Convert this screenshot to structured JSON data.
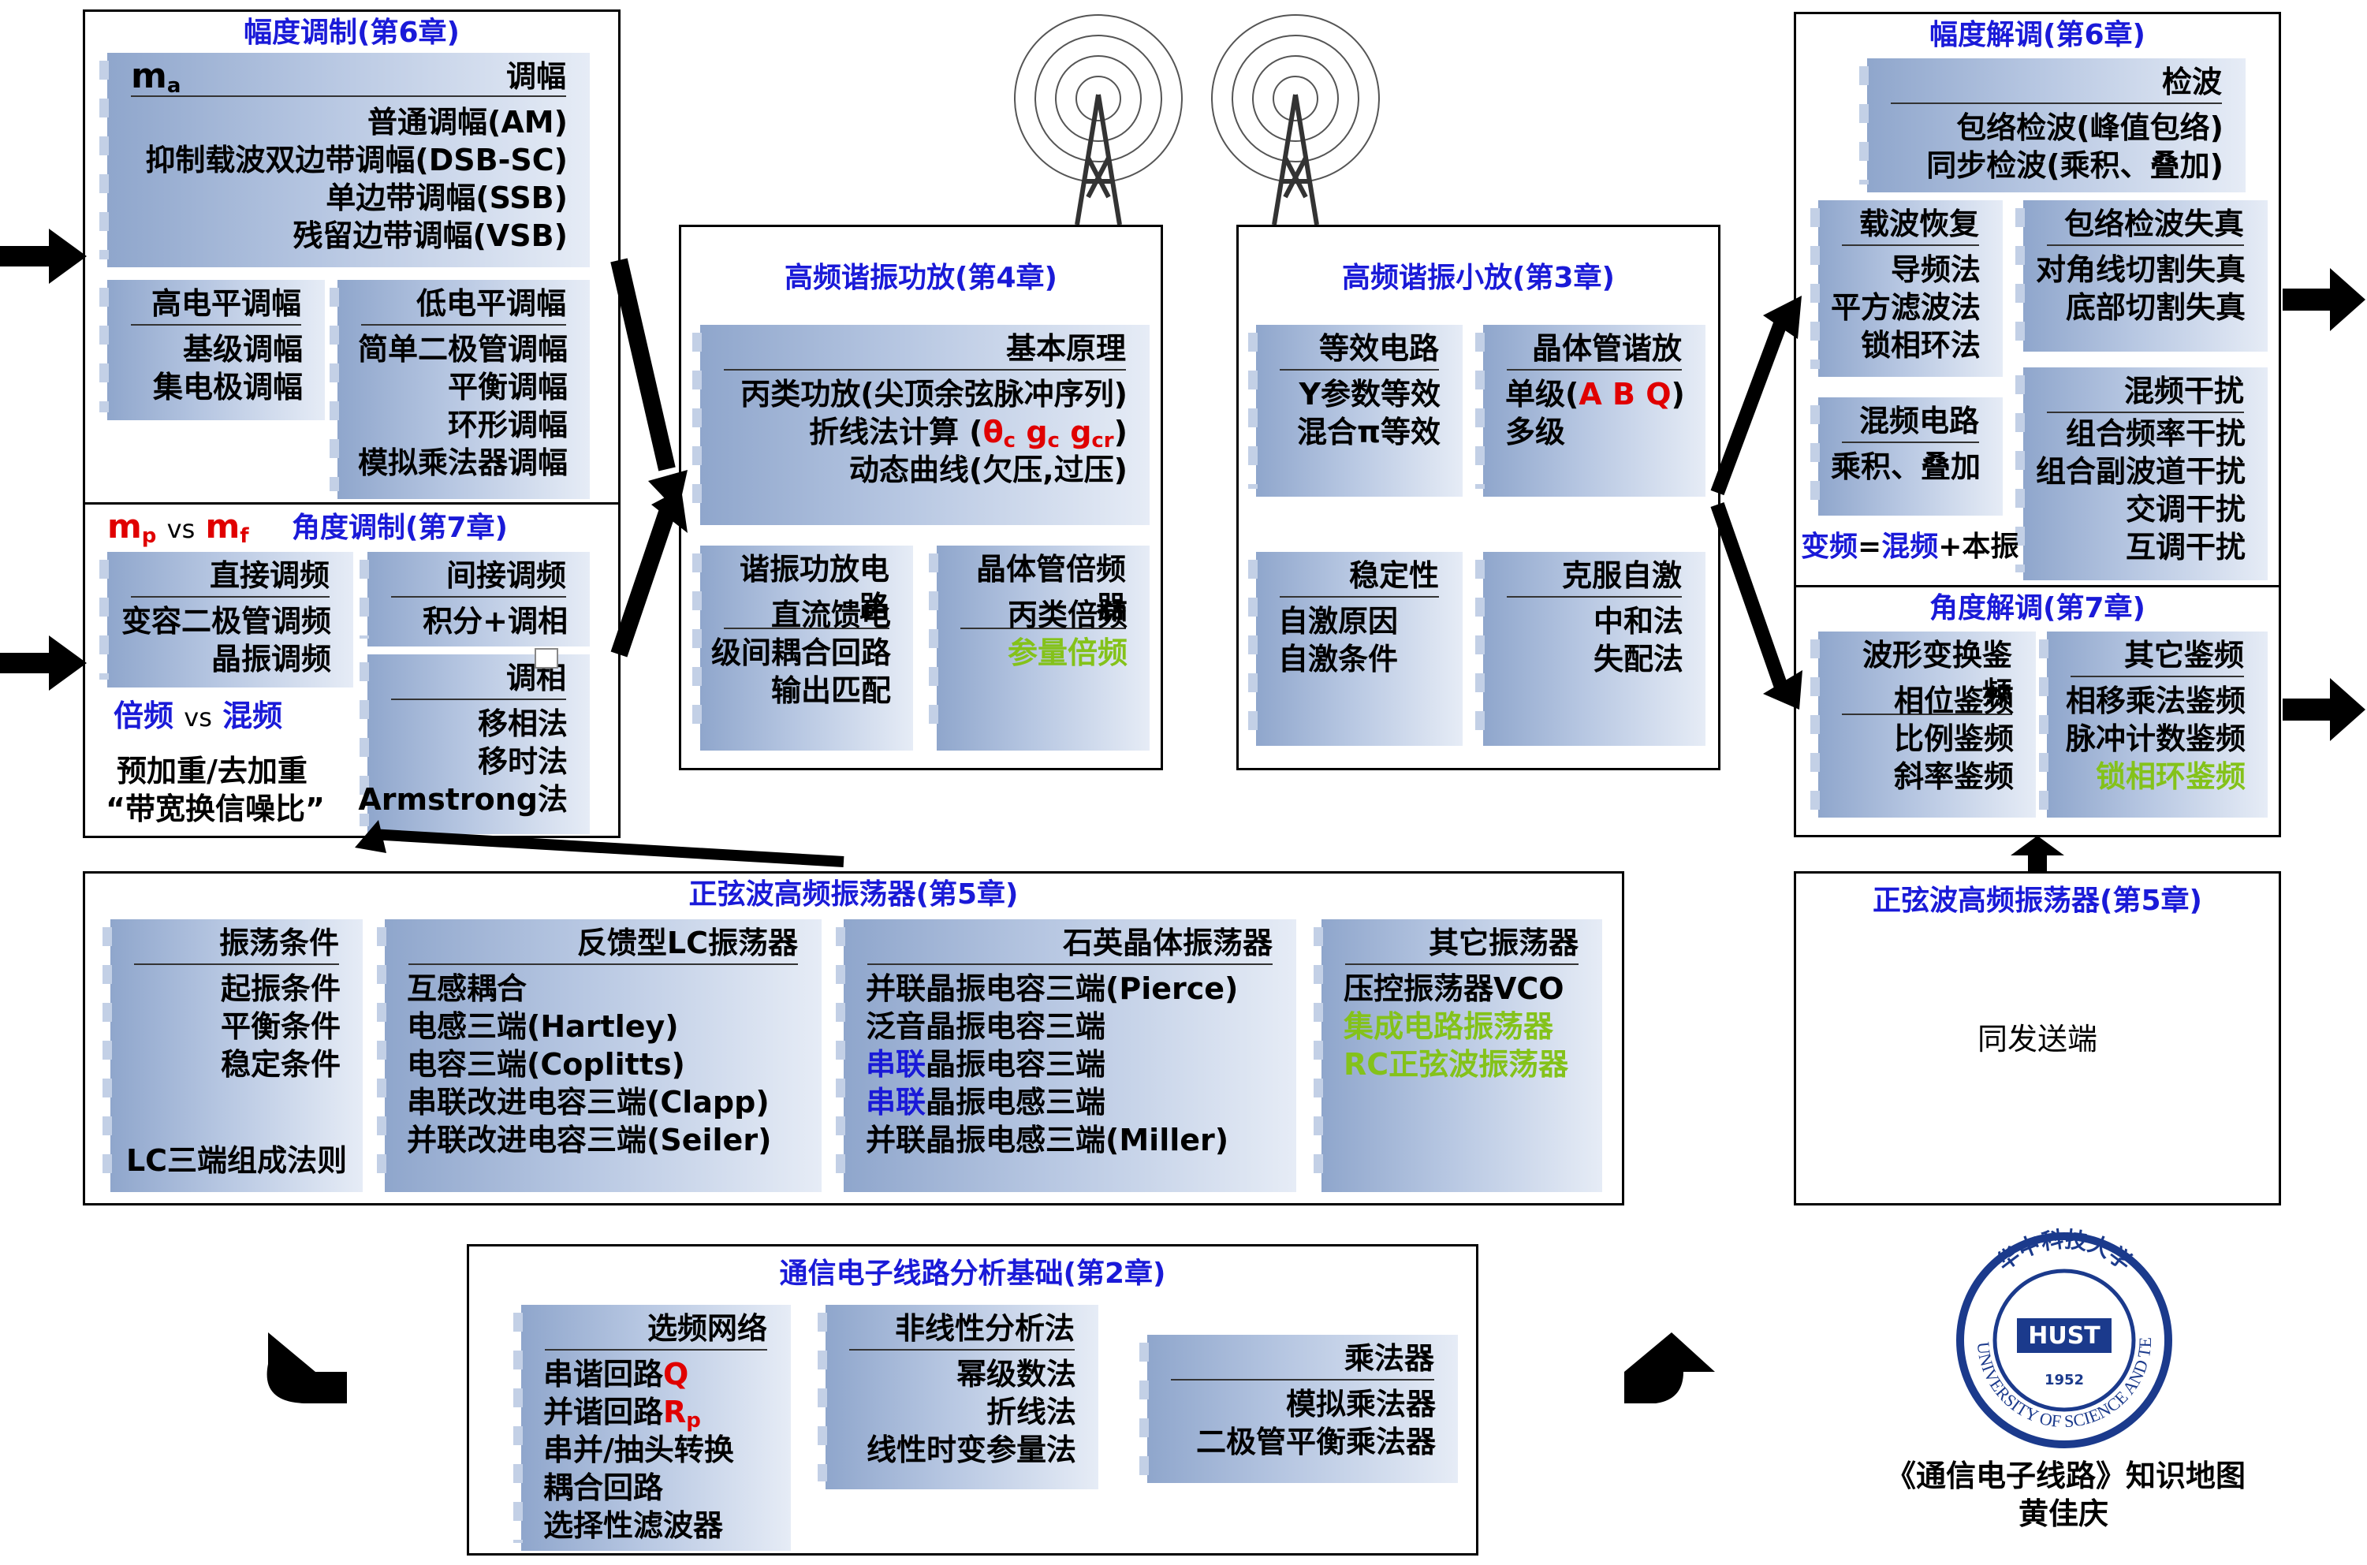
{
  "am": {
    "title": "幅度调制(第6章)",
    "main": {
      "head_left": "m",
      "head_left_sub": "a",
      "head_right": "调幅",
      "items": [
        "普通调幅(AM)",
        "抑制载波双边带调幅(DSB-SC)",
        "单边带调幅(SSB)",
        "残留边带调幅(VSB)"
      ]
    },
    "high": {
      "head": "高电平调幅",
      "items": [
        "基级调幅",
        "集电极调幅"
      ]
    },
    "low": {
      "head": "低电平调幅",
      "items": [
        "简单二极管调幅",
        "平衡调幅",
        "环形调幅",
        "模拟乘法器调幅"
      ]
    }
  },
  "fm": {
    "title": "角度调制(第7章)",
    "mp": "m",
    "mp_sub": "p",
    "vs": "vs",
    "mf": "m",
    "mf_sub": "f",
    "direct": {
      "head": "直接调频",
      "items": [
        "变容二极管调频",
        "晶振调频"
      ]
    },
    "indirect": {
      "head": "间接调频",
      "items": [
        "积分+调相"
      ]
    },
    "pm": {
      "head": "调相",
      "items": [
        "移相法",
        "移时法",
        "Armstrong法"
      ]
    },
    "multi_a": "倍频",
    "multi_vs": "vs",
    "multi_b": "混频",
    "emph": "预加重/去加重",
    "tradeoff": "“带宽换信噪比”"
  },
  "pa": {
    "title": "高频谐振功放(第4章)",
    "basic": {
      "head": "基本原理",
      "items": [
        "丙类功放(尖顶余弦脉冲序列)",
        "动态曲线(欠压,过压)"
      ],
      "calc": "折线法计算 (",
      "theta": "θ",
      "theta_sub": "c",
      "g1": "g",
      "g1_sub": "c",
      "g2": "g",
      "g2_sub": "cr",
      "close": ")"
    },
    "circuit": {
      "head": "谐振功放电路",
      "items": [
        "直流馈电",
        "级间耦合回路",
        "输出匹配"
      ]
    },
    "mult": {
      "head": "晶体管倍频器",
      "items": [
        "丙类倍频"
      ],
      "green": "参量倍频"
    }
  },
  "sa": {
    "title": "高频谐振小放(第3章)",
    "equiv": {
      "head": "等效电路",
      "items": [
        "Y参数等效",
        "混合π等效"
      ]
    },
    "tx": {
      "head": "晶体管谐放",
      "single": "单级(",
      "abq": "A B Q",
      "close": ")",
      "multi": "多级"
    },
    "stab": {
      "head": "稳定性",
      "items": [
        "自激原因",
        "自激条件"
      ]
    },
    "overcome": {
      "head": "克服自激",
      "items": [
        "中和法",
        "失配法"
      ]
    }
  },
  "amd": {
    "title": "幅度解调(第6章)",
    "det": {
      "head": "检波",
      "items": [
        "包络检波(峰值包络)",
        "同步检波(乘积、叠加)"
      ]
    },
    "carrier": {
      "head": "载波恢复",
      "items": [
        "导频法",
        "平方滤波法",
        "锁相环法"
      ]
    },
    "distort": {
      "head": "包络检波失真",
      "items": [
        "对角线切割失真",
        "底部切割失真"
      ]
    },
    "mixer": {
      "head": "混频电路",
      "items": [
        "乘积、叠加"
      ]
    },
    "interf": {
      "head": "混频干扰",
      "items": [
        "组合频率干扰",
        "组合副波道干扰",
        "交调干扰",
        "互调干扰"
      ]
    },
    "conv_a": "变频",
    "conv_eq": "=",
    "conv_b": "混频",
    "conv_c": "+本振"
  },
  "fmd": {
    "title": "角度解调(第7章)",
    "wave": {
      "head": "波形变换鉴频",
      "items": [
        "相位鉴频",
        "比例鉴频",
        "斜率鉴频"
      ]
    },
    "other": {
      "head": "其它鉴频",
      "items": [
        "相移乘法鉴频",
        "脉冲计数鉴频"
      ],
      "green": "锁相环鉴频"
    }
  },
  "osc": {
    "title": "正弦波高频振荡器(第5章)",
    "cond": {
      "head": "振荡条件",
      "items": [
        "起振条件",
        "平衡条件",
        "稳定条件"
      ],
      "rule": "LC三端组成法则"
    },
    "lc": {
      "head": "反馈型LC振荡器",
      "items": [
        "互感耦合",
        "电感三端(Hartley)",
        "电容三端(Coplitts)",
        "串联改进电容三端(Clapp)",
        "并联改进电容三端(Seiler)"
      ]
    },
    "xtal": {
      "head": "石英晶体振荡器",
      "items": [
        "并联晶振电容三端(Pierce)",
        "泛音晶振电容三端"
      ],
      "ser1_a": "串联",
      "ser1_b": "晶振电容三端",
      "ser2_a": "串联",
      "ser2_b": "晶振电感三端",
      "last": "并联晶振电感三端(Miller)"
    },
    "other": {
      "head": "其它振荡器",
      "items": [
        "压控振荡器VCO"
      ],
      "green": [
        "集成电路振荡器",
        "RC正弦波振荡器"
      ]
    }
  },
  "osc2": {
    "title": "正弦波高频振荡器(第5章)",
    "text": "同发送端"
  },
  "basics": {
    "title": "通信电子线路分析基础(第2章)",
    "sel": {
      "head": "选频网络",
      "l1": "串谐回路",
      "l1r": "Q",
      "l2": "并谐回路",
      "l2r": "R",
      "l2s": "p",
      "items": [
        "串并/抽头转换",
        "耦合回路",
        "选择性滤波器"
      ]
    },
    "nl": {
      "head": "非线性分析法",
      "items": [
        "幂级数法",
        "折线法",
        "线性时变参量法"
      ]
    },
    "mul": {
      "head": "乘法器",
      "items": [
        "模拟乘法器",
        "二极管平衡乘法器"
      ]
    }
  },
  "footer": {
    "line1": "《通信电子线路》知识地图",
    "line2": "黄佳庆"
  },
  "logo": {
    "text": "HUAZHONG UNIVERSITY OF SCIENCE AND TECHNOLOGY",
    "cn": "华中科技大学",
    "year": "1952"
  }
}
